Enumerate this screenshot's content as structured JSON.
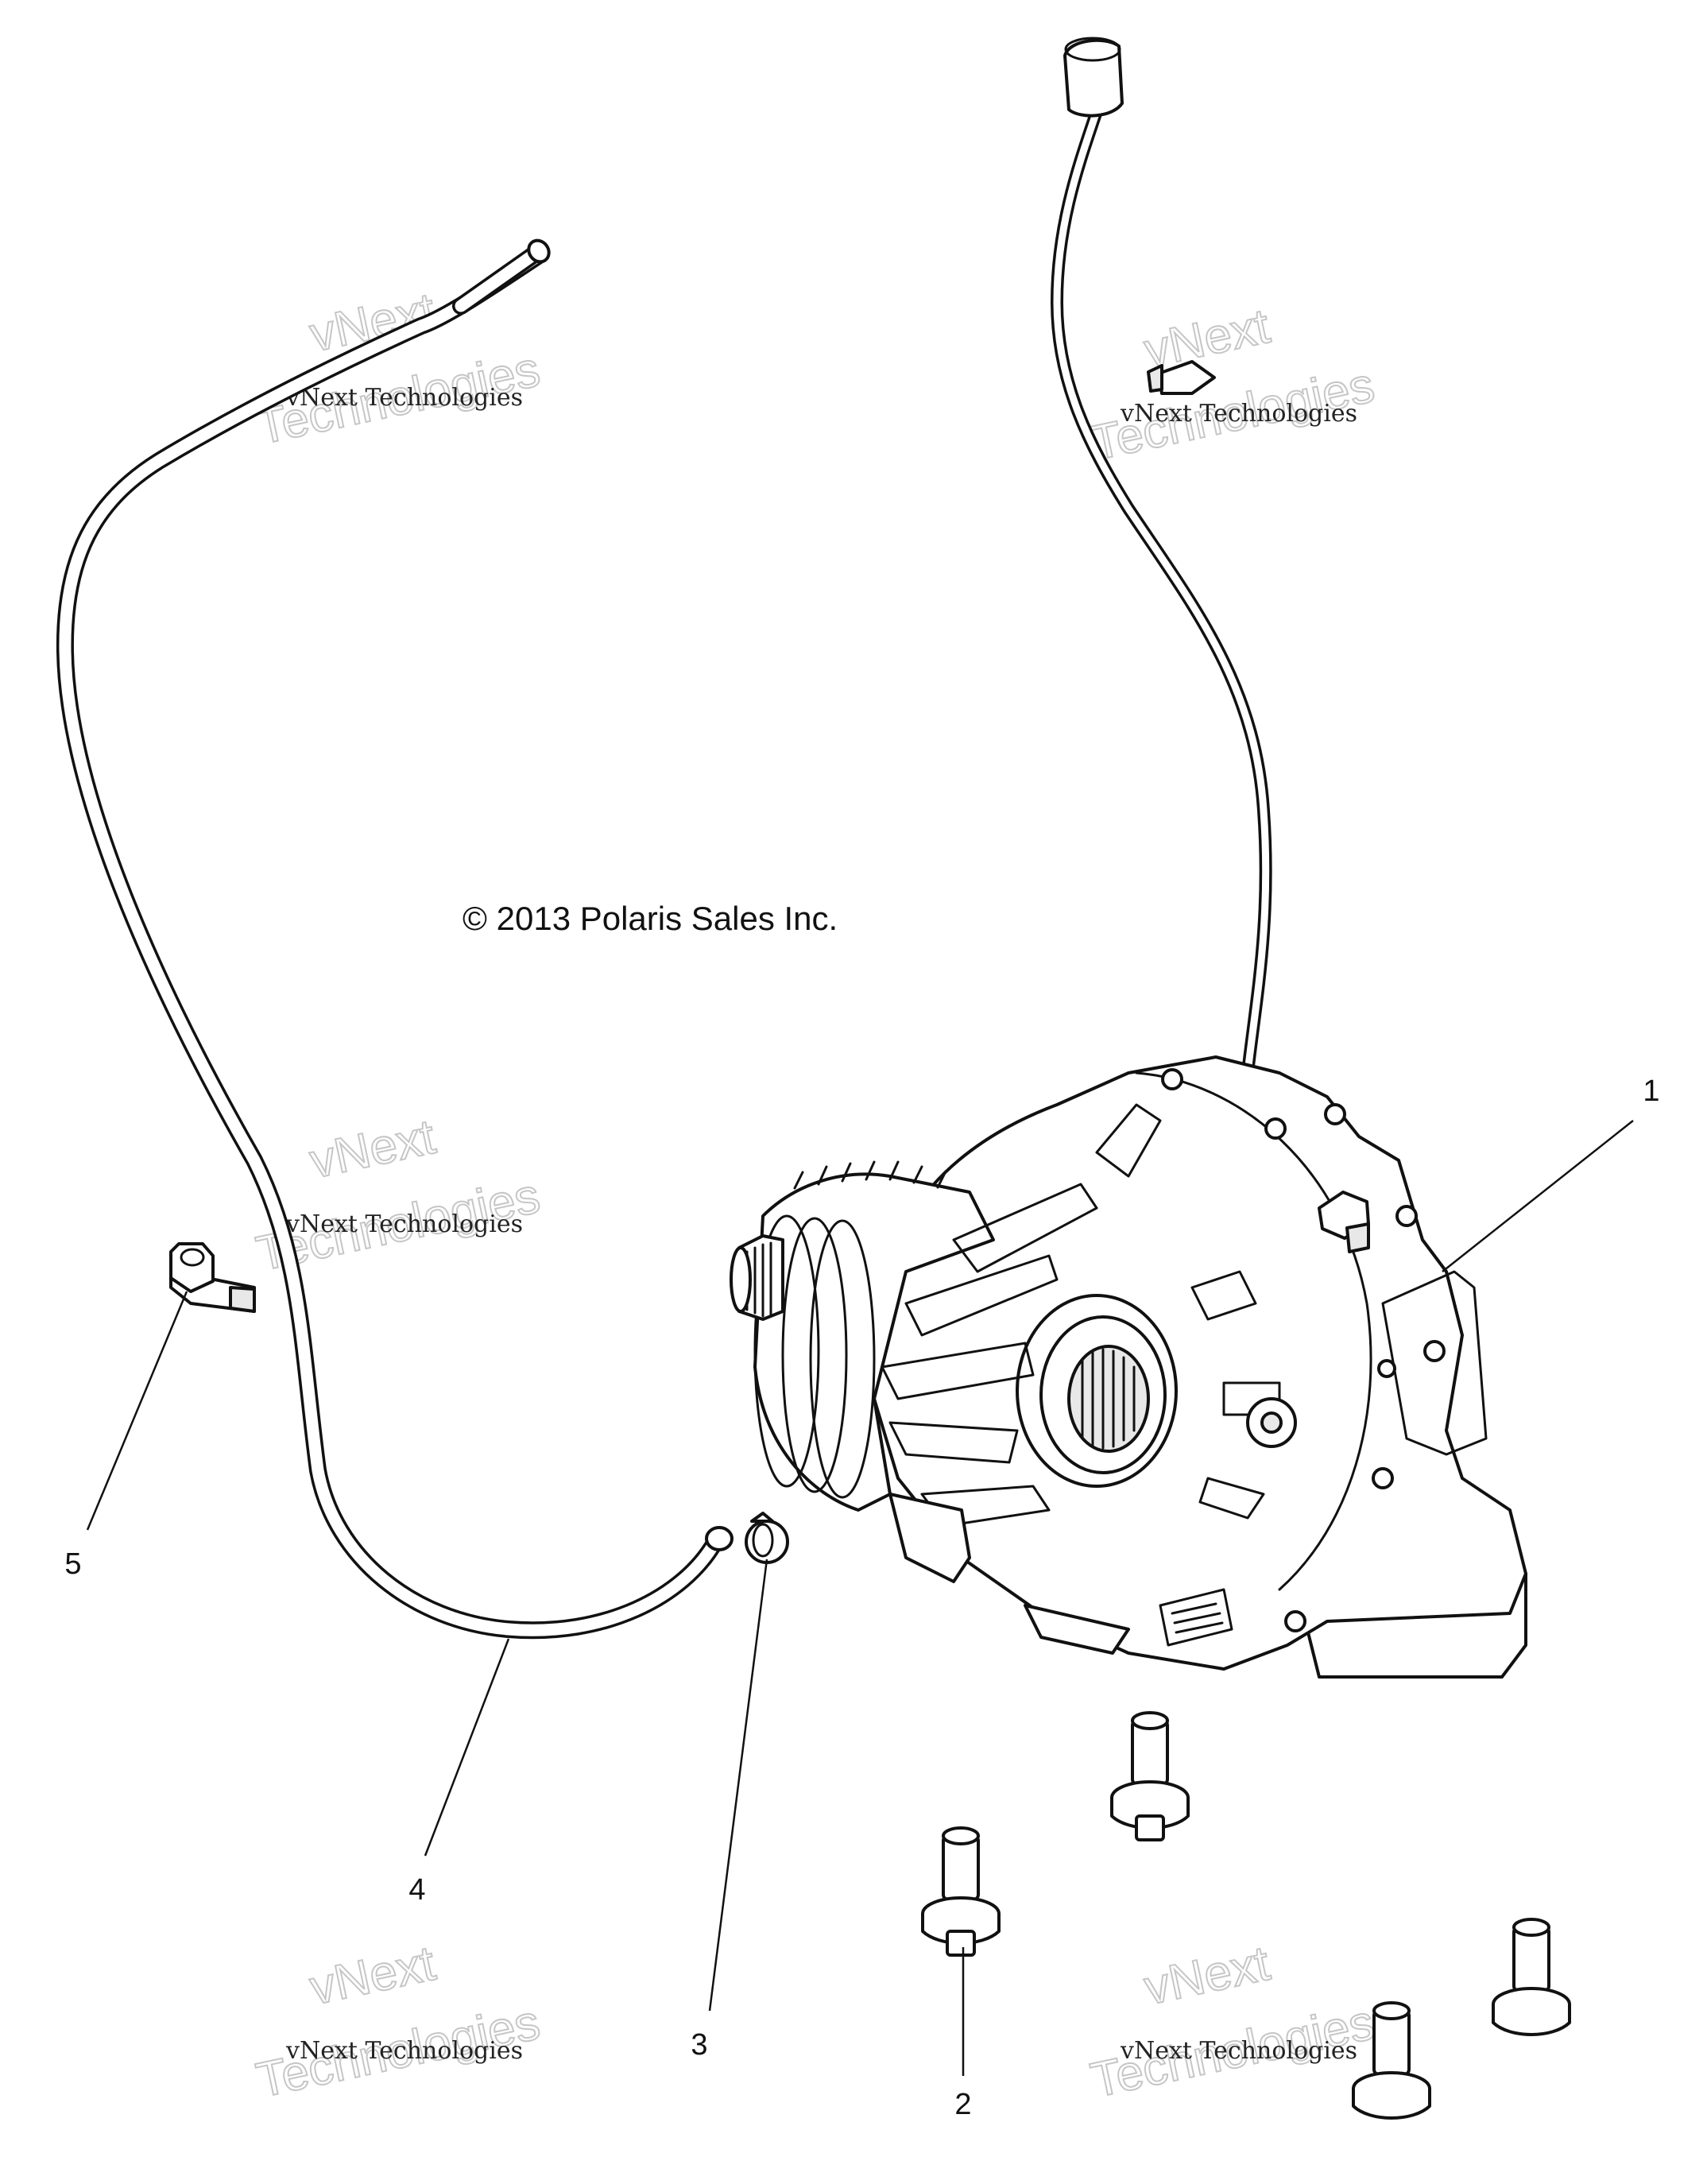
{
  "copyright": "© 2013 Polaris Sales Inc.",
  "watermark": {
    "brand": "vNext",
    "line": "vNext Technologies",
    "big": "Technologies"
  },
  "callouts": [
    {
      "id": "1",
      "part": "gearcase"
    },
    {
      "id": "2",
      "part": "bolt"
    },
    {
      "id": "3",
      "part": "hose-clamp"
    },
    {
      "id": "4",
      "part": "vent-hose"
    },
    {
      "id": "5",
      "part": "hose-retainer-clip"
    }
  ]
}
